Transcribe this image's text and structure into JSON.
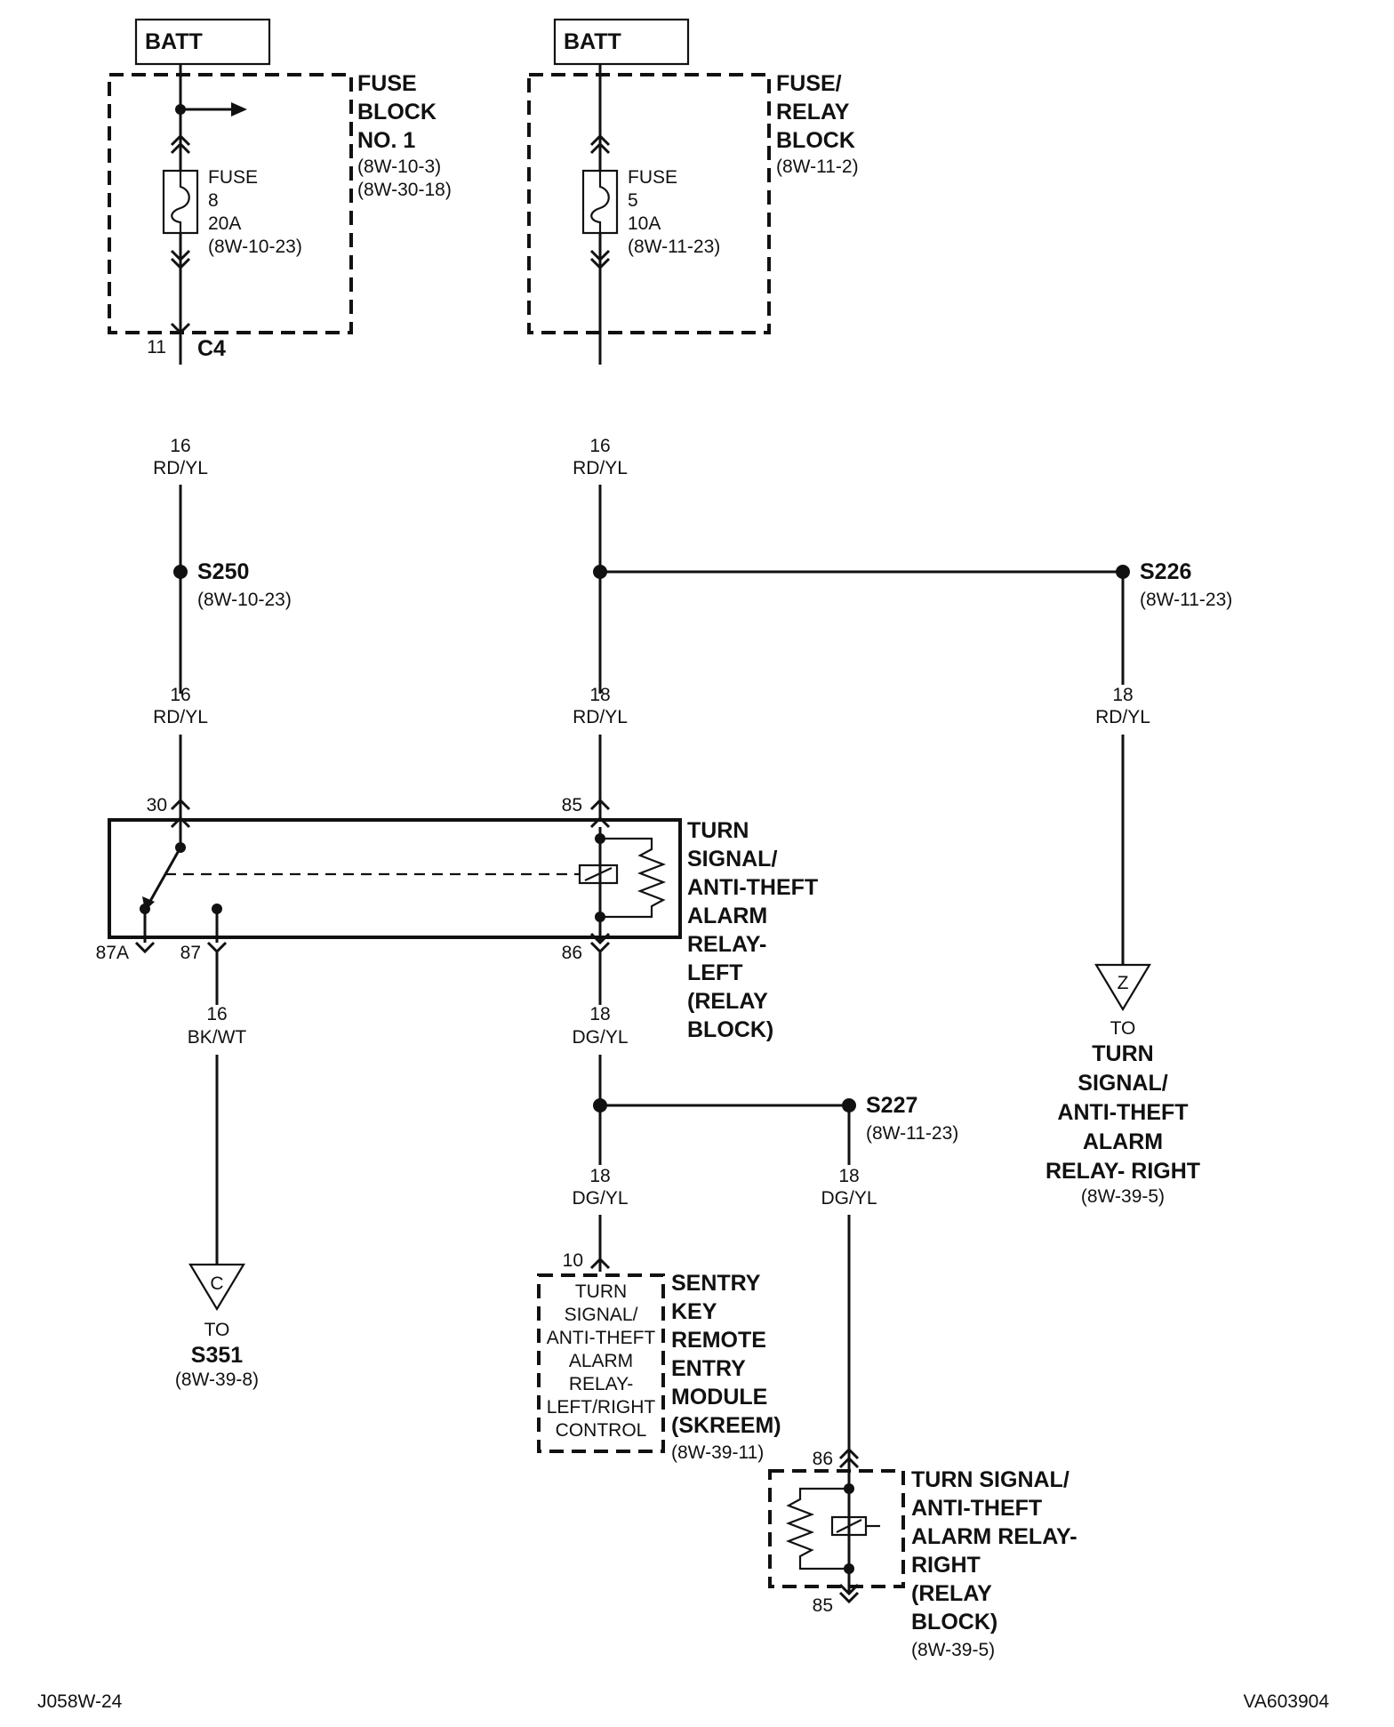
{
  "batt_left": "BATT",
  "batt_right": "BATT",
  "fuse_block_1": {
    "title": [
      "FUSE",
      "BLOCK",
      "NO. 1"
    ],
    "refs": [
      "(8W-10-3)",
      "(8W-30-18)"
    ]
  },
  "fuse_8": {
    "lines": [
      "FUSE",
      "8",
      "20A",
      "(8W-10-23)"
    ]
  },
  "connector_c4": {
    "pin": "11",
    "name": "C4"
  },
  "fuse_relay_block": {
    "title": [
      "FUSE/",
      "RELAY",
      "BLOCK"
    ],
    "refs": [
      "(8W-11-2)"
    ]
  },
  "fuse_5": {
    "lines": [
      "FUSE",
      "5",
      "10A",
      "(8W-11-23)"
    ]
  },
  "wires": {
    "w1": [
      "16",
      "RD/YL"
    ],
    "w2": [
      "16",
      "RD/YL"
    ],
    "w3": [
      "16",
      "RD/YL"
    ],
    "w4": [
      "18",
      "RD/YL"
    ],
    "w5": [
      "18",
      "RD/YL"
    ],
    "w6": [
      "16",
      "BK/WT"
    ],
    "w7": [
      "18",
      "DG/YL"
    ],
    "w8": [
      "18",
      "DG/YL"
    ],
    "w9": [
      "18",
      "DG/YL"
    ]
  },
  "splices": {
    "s250": {
      "name": "S250",
      "ref": "(8W-10-23)"
    },
    "s226": {
      "name": "S226",
      "ref": "(8W-11-23)"
    },
    "s227": {
      "name": "S227",
      "ref": "(8W-11-23)"
    }
  },
  "relay_left": {
    "title": [
      "TURN",
      "SIGNAL/",
      "ANTI-THEFT",
      "ALARM",
      "RELAY-",
      "LEFT",
      "(RELAY",
      "BLOCK)"
    ],
    "pins": {
      "p30": "30",
      "p85": "85",
      "p87a": "87A",
      "p87": "87",
      "p86": "86"
    }
  },
  "dest_c": {
    "letter": "C",
    "to": "TO",
    "name": "S351",
    "ref": "(8W-39-8)"
  },
  "dest_z": {
    "letter": "Z",
    "to": "TO",
    "name": [
      "TURN",
      "SIGNAL/",
      "ANTI-THEFT",
      "ALARM",
      "RELAY- RIGHT"
    ],
    "ref": "(8W-39-5)"
  },
  "skreem": {
    "pin": "10",
    "box": [
      "TURN",
      "SIGNAL/",
      "ANTI-THEFT",
      "ALARM",
      "RELAY-",
      "LEFT/RIGHT",
      "CONTROL"
    ],
    "title": [
      "SENTRY",
      "KEY",
      "REMOTE",
      "ENTRY",
      "MODULE",
      "(SKREEM)"
    ],
    "ref": "(8W-39-11)"
  },
  "relay_right": {
    "pins": {
      "p86": "86",
      "p85": "85"
    },
    "title": [
      "TURN SIGNAL/",
      "ANTI-THEFT",
      "ALARM RELAY-",
      "RIGHT",
      "(RELAY",
      "BLOCK)"
    ],
    "ref": "(8W-39-5)"
  },
  "footer": {
    "left": "J058W-24",
    "right": "VA603904"
  }
}
